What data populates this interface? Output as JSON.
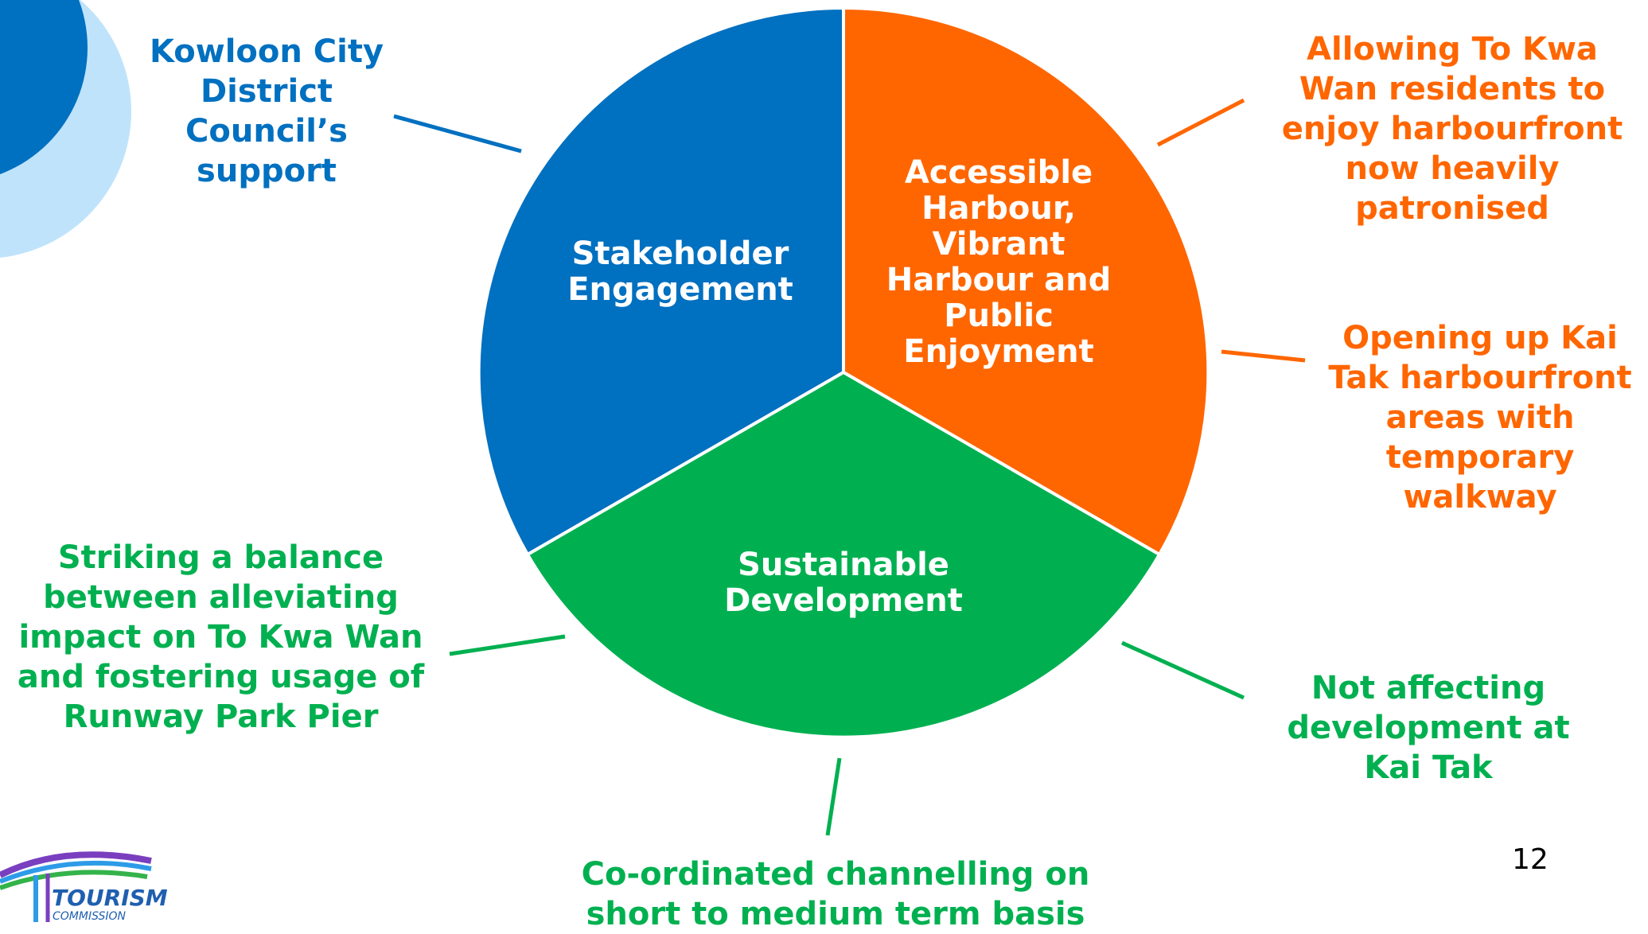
{
  "colors": {
    "stakeholder": "#0070c0",
    "harbour": "#ff6600",
    "sustainable": "#00b050",
    "decor_dark": "#0070c0",
    "decor_light": "#bfe3fb"
  },
  "segments": {
    "stakeholder": "Stakeholder\nEngagement",
    "harbour": "Accessible\nHarbour,\nVibrant\nHarbour and\nPublic\nEnjoyment",
    "sustainable": "Sustainable\nDevelopment"
  },
  "callouts": {
    "kowloon": "Kowloon City\nDistrict\nCouncil’s\nsupport",
    "to_kwa_wan": "Allowing To Kwa\nWan residents to\nenjoy harbourfront\nnow heavily\npatronised",
    "kai_tak_walkway": "Opening up Kai\nTak harbourfront\nareas with\ntemporary\nwalkway",
    "not_affecting": "Not affecting\ndevelopment at\nKai Tak",
    "coordinated": "Co-ordinated channelling on\nshort to medium term basis",
    "striking": "Striking a balance\nbetween alleviating\nimpact on To Kwa Wan\nand fostering usage of\nRunway Park Pier"
  },
  "page_number": "12",
  "logo": {
    "name": "TOURISM",
    "sub": "COMMISSION"
  }
}
